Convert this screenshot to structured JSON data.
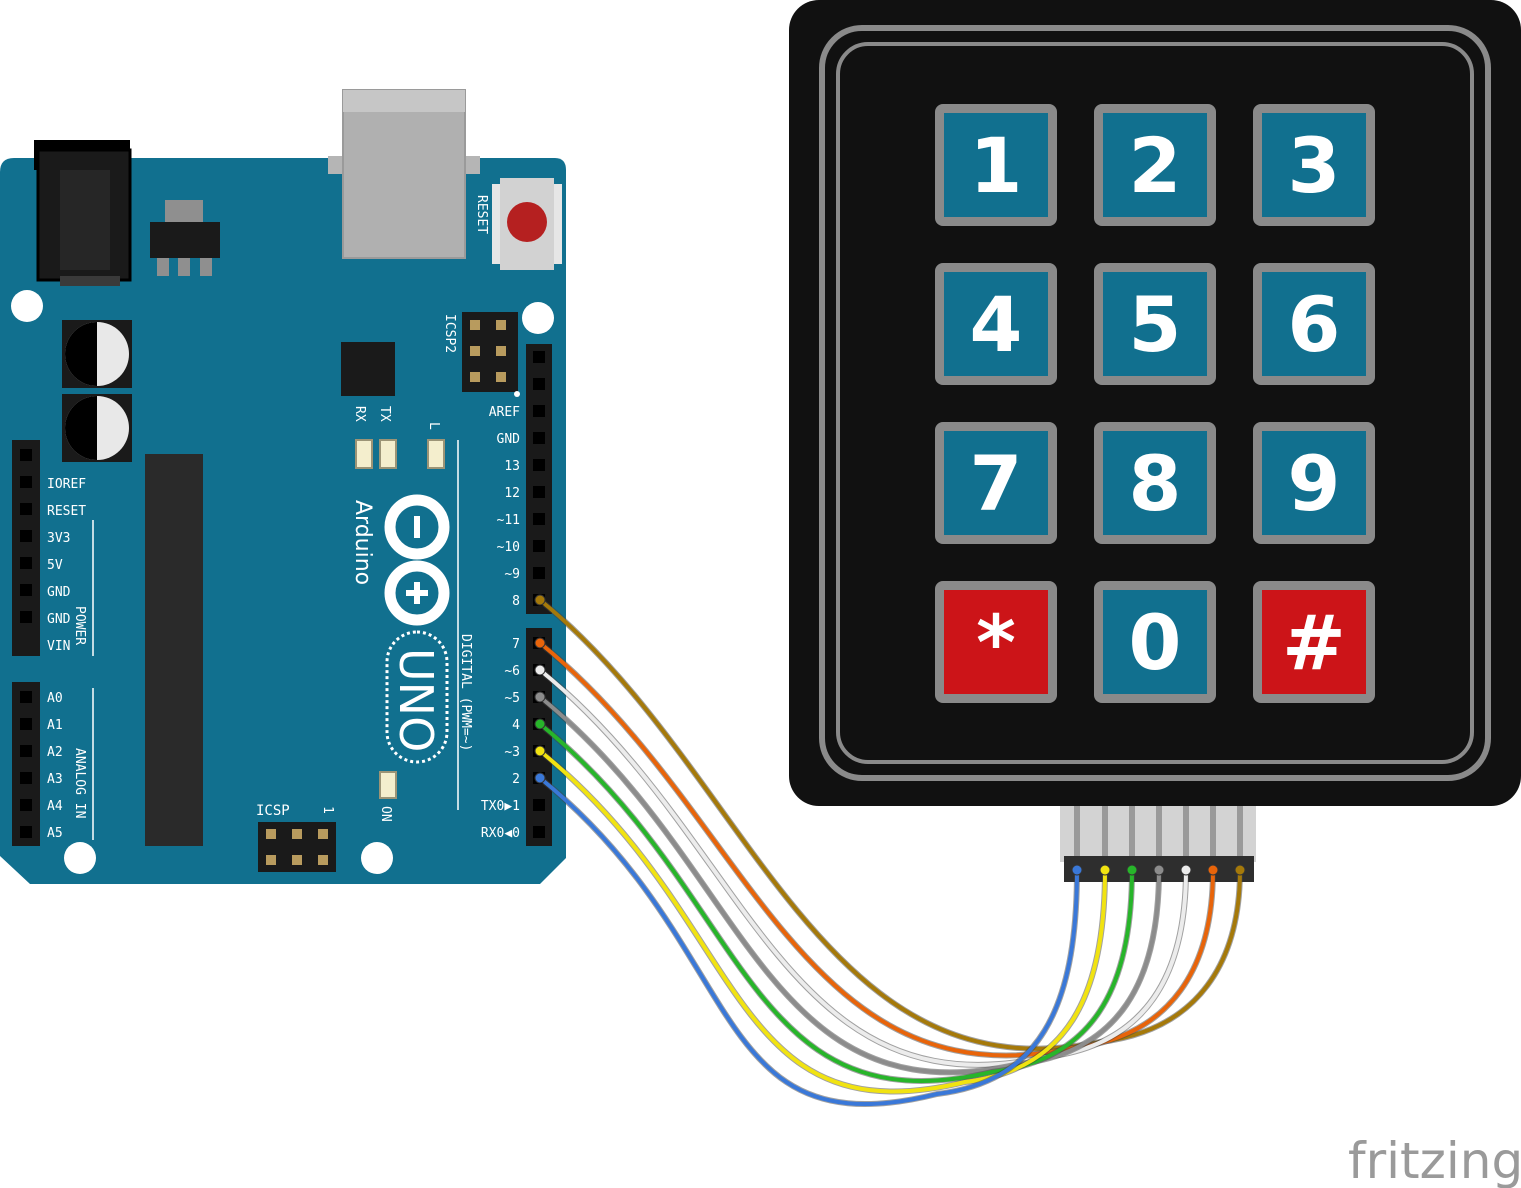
{
  "colors": {
    "board": "#11708f",
    "board_dark": "#0d5a74",
    "keypad_body": "#111111",
    "key_blue": "#11708f",
    "key_red": "#cc1418",
    "key_frame": "#8a8a8a"
  },
  "arduino": {
    "brand": "Arduino",
    "model": "UNO",
    "reset_label": "RESET",
    "icsp2_label": "ICSP2",
    "icsp_label": "ICSP",
    "icsp_pin1": "1",
    "led_labels": [
      "RX",
      "TX",
      "L"
    ],
    "on_label": "ON",
    "power_pins": [
      "IOREF",
      "RESET",
      "3V3",
      "5V",
      "GND",
      "GND",
      "VIN"
    ],
    "power_group": "POWER",
    "analog_pins": [
      "A0",
      "A1",
      "A2",
      "A3",
      "A4",
      "A5"
    ],
    "analog_group": "ANALOG IN",
    "digital_top": [
      "AREF",
      "GND",
      "13",
      "12",
      "~11",
      "~10",
      "~9",
      "8"
    ],
    "digital_bottom": [
      "7",
      "~6",
      "~5",
      "4",
      "~3",
      "2",
      "TX0▶1",
      "RX0◀0"
    ],
    "digital_group": "DIGITAL (PWM=~)"
  },
  "keypad": {
    "keys": [
      "1",
      "2",
      "3",
      "4",
      "5",
      "6",
      "7",
      "8",
      "9",
      "*",
      "0",
      "#"
    ],
    "red_keys": [
      "*",
      "#"
    ]
  },
  "wires": [
    {
      "pin": "8",
      "color": "#a5790a"
    },
    {
      "pin": "7",
      "color": "#e8640a"
    },
    {
      "pin": "~6",
      "color": "#ececec"
    },
    {
      "pin": "~5",
      "color": "#8c8c8c"
    },
    {
      "pin": "4",
      "color": "#27b52a"
    },
    {
      "pin": "~3",
      "color": "#f1e311"
    },
    {
      "pin": "2",
      "color": "#3a78d8"
    }
  ],
  "watermark": "fritzing"
}
